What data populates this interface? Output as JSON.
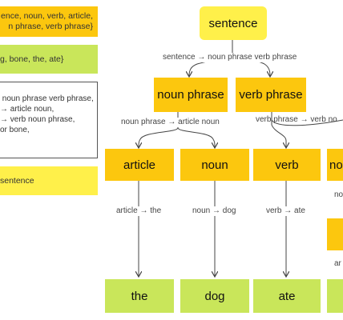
{
  "legend": {
    "categories_box": "ence, noun, verb, article,\nn phrase, verb phrase}",
    "terminals_box": "g, bone, the, ate}",
    "rules_box": " noun phrase verb phrase,\n→ article noun,\n→ verb noun phrase,\nor bone,",
    "start_box": "sentence"
  },
  "nodes": {
    "sentence": "sentence",
    "noun_phrase": "noun phrase",
    "verb_phrase": "verb phrase",
    "article": "article",
    "noun": "noun",
    "verb": "verb",
    "noun_partial": "no",
    "leaf_the": "the",
    "leaf_dog": "dog",
    "leaf_ate": "ate"
  },
  "rules": {
    "sentence_rule": "sentence → noun phrase verb phrase",
    "noun_phrase_rule": "noun phrase → article noun",
    "verb_phrase_rule": "verb phrase → verb no",
    "article_rule": "article → the",
    "noun_rule": "noun → dog",
    "verb_rule": "verb → ate",
    "partial_rule_1": "no",
    "partial_rule_2": "ar"
  },
  "colors": {
    "yellow": "#fff04a",
    "orange": "#fcc70e",
    "green": "#c9e65a",
    "edge": "#444444"
  }
}
